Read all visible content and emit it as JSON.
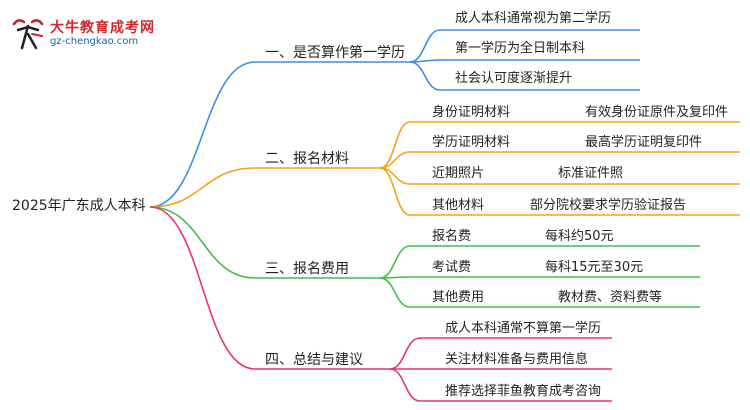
{
  "logo": {
    "title": "大牛教育成考网",
    "url": "gz-chengkao.com"
  },
  "mindmap": {
    "root": "2025年广东成人本科",
    "colors": {
      "branch1": "#3b8ee6",
      "branch2": "#f2a31c",
      "branch3": "#3fbf4a",
      "branch4": "#e6337a"
    },
    "branches": [
      {
        "label": "一、是否算作第一学历",
        "leaves": [
          {
            "text": "成人本科通常视为第二学历"
          },
          {
            "text": "第一学历为全日制本科"
          },
          {
            "text": "社会认可度逐渐提升"
          }
        ]
      },
      {
        "label": "二、报名材料",
        "leaves": [
          {
            "text": "身份证明材料",
            "detail": "有效身份证原件及复印件"
          },
          {
            "text": "学历证明材料",
            "detail": "最高学历证明复印件"
          },
          {
            "text": "近期照片",
            "detail": "标准证件照"
          },
          {
            "text": "其他材料",
            "detail": "部分院校要求学历验证报告"
          }
        ]
      },
      {
        "label": "三、报名费用",
        "leaves": [
          {
            "text": "报名费",
            "detail": "每科约50元"
          },
          {
            "text": "考试费",
            "detail": "每科15元至30元"
          },
          {
            "text": "其他费用",
            "detail": "教材费、资料费等"
          }
        ]
      },
      {
        "label": "四、总结与建议",
        "leaves": [
          {
            "text": "成人本科通常不算第一学历"
          },
          {
            "text": "关注材料准备与费用信息"
          },
          {
            "text": "推荐选择菲鱼教育成考咨询"
          }
        ]
      }
    ]
  }
}
